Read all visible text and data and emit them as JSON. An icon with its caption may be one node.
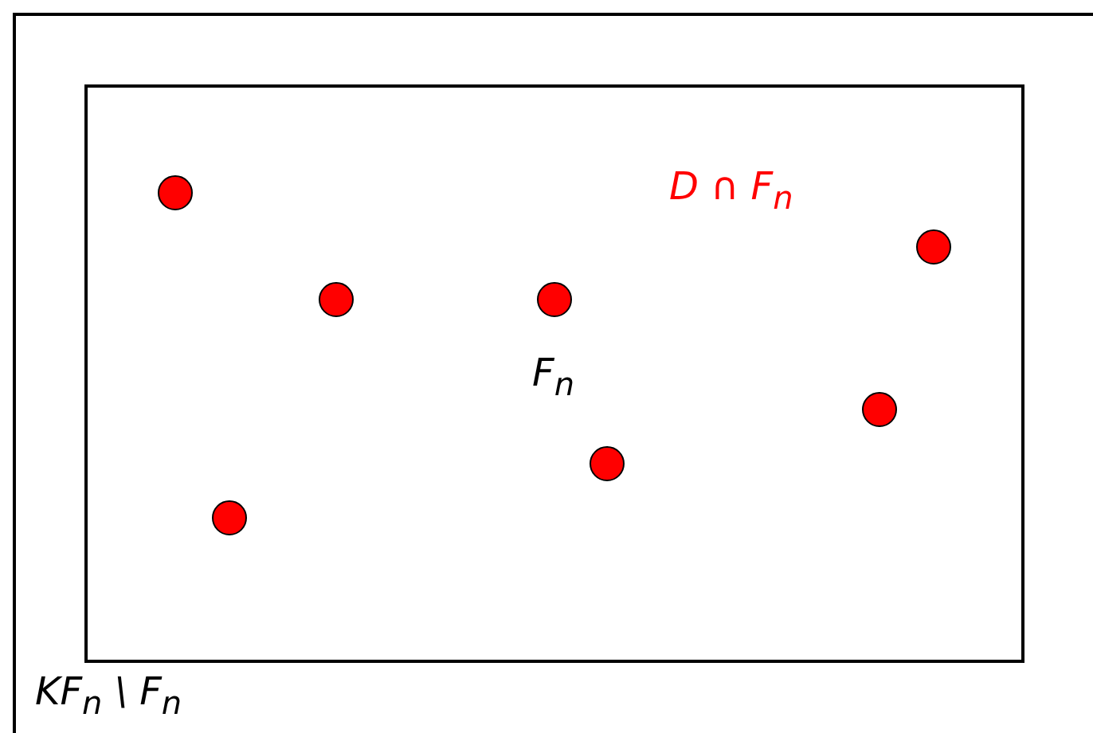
{
  "diagram": {
    "nodes": [
      {
        "text": [
          "KF$_{n}$ \\ F$_{n}$"
        ]
      },
      {
        "text": [
          "F$_{n}$"
        ],
        "in": 0
      },
      {
        "text": [],
        "shape": "circle",
        "in": 1
      },
      {
        "text": [],
        "shape": "circle",
        "in": 1
      },
      {
        "text": [],
        "shape": "circle",
        "in": 1
      },
      {
        "text": [],
        "shape": "circle",
        "in": 1
      },
      {
        "text": [],
        "shape": "circle",
        "in": 1
      },
      {
        "text": [],
        "shape": "circle",
        "in": 1
      },
      {
        "text": [],
        "shape": "circle",
        "in": 1
      }
    ],
    "labels": [
      "D ∩ F$_{n}$"
    ]
  }
}
